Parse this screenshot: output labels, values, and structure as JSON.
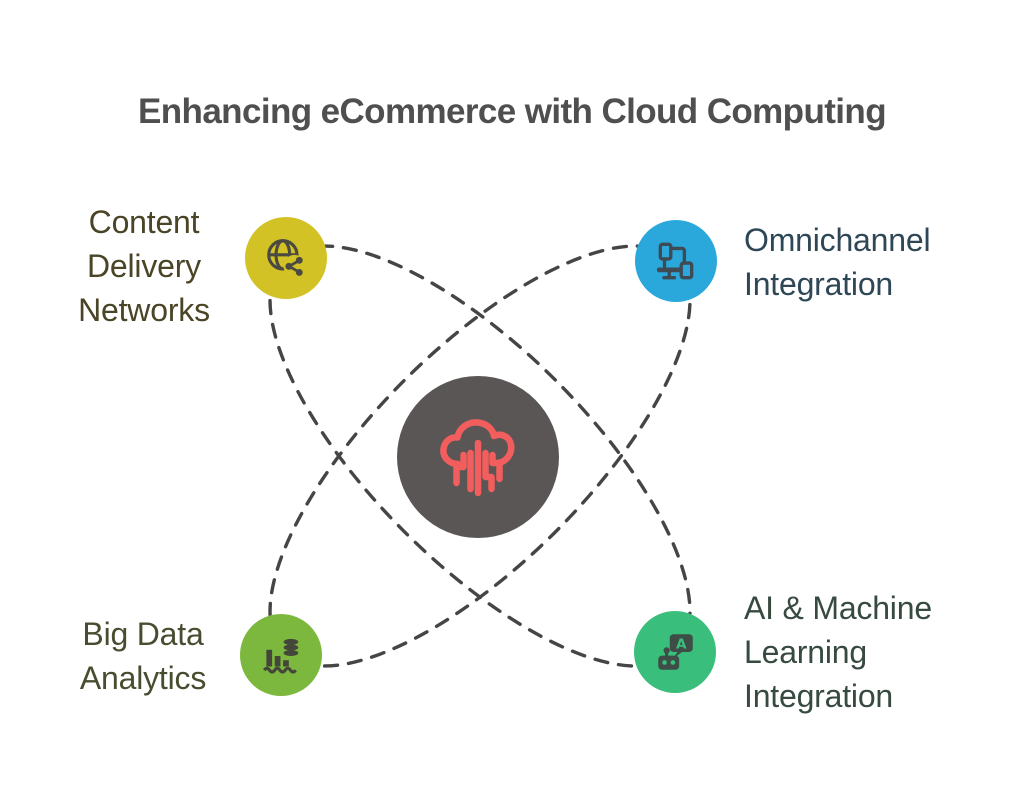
{
  "title": "Enhancing eCommerce with Cloud Computing",
  "colors": {
    "background": "#ffffff",
    "title_text": "#4f4f4f",
    "connector_dash": "#454545",
    "center_circle": "#5a5656",
    "center_icon_red": "#f25e5e"
  },
  "center": {
    "icon": "cloud-circuit-icon"
  },
  "nodes": [
    {
      "id": "content-delivery-networks",
      "label": "Content\nDelivery\nNetworks",
      "icon": "globe-share-icon",
      "circle_color": "#d2c226",
      "label_color": "#4b4527",
      "icon_color": "#4a4a40"
    },
    {
      "id": "omnichannel-integration",
      "label": "Omnichannel\nIntegration",
      "icon": "connected-devices-icon",
      "circle_color": "#2aa7db",
      "label_color": "#2e4756",
      "icon_color": "#3e4b55"
    },
    {
      "id": "big-data-analytics",
      "label": "Big Data\nAnalytics",
      "icon": "bar-chart-database-icon",
      "circle_color": "#7cb83e",
      "label_color": "#474e30",
      "icon_color": "#45463a"
    },
    {
      "id": "ai-machine-learning-integration",
      "label": "AI & Machine\nLearning\nIntegration",
      "icon": "robot-chat-icon",
      "circle_color": "#39be7c",
      "label_color": "#374a40",
      "icon_color": "#3f4d47"
    }
  ]
}
